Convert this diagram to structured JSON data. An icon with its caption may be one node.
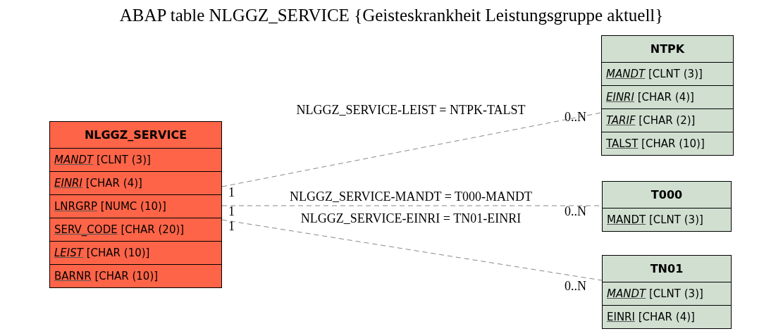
{
  "diagram": {
    "title": "ABAP table NLGGZ_SERVICE {Geisteskrankheit Leistungsgruppe aktuell}",
    "nodes": [
      {
        "text": [
          "NLGGZ_SERVICE"
        ]
      },
      {
        "text": [
          "*MANDT* [CLNT (3)]"
        ],
        "in": 0
      },
      {
        "text": [
          "*EINRI* [CHAR (4)]"
        ],
        "in": 0
      },
      {
        "text": [
          "LNRGRP [NUMC (10)]"
        ],
        "in": 0
      },
      {
        "text": [
          "SERV_CODE [CHAR (20)]"
        ],
        "in": 0
      },
      {
        "text": [
          "*LEIST* [CHAR (10)]"
        ],
        "in": 0
      },
      {
        "text": [
          "BARNR [CHAR (10)]"
        ],
        "in": 0
      },
      {
        "text": [
          "NTPK"
        ]
      },
      {
        "text": [
          "*MANDT* [CLNT (3)]"
        ],
        "in": 7
      },
      {
        "text": [
          "*EINRI* [CHAR (4)]"
        ],
        "in": 7
      },
      {
        "text": [
          "*TARIF* [CHAR (2)]"
        ],
        "in": 7
      },
      {
        "text": [
          "TALST [CHAR (10)]"
        ],
        "in": 7
      },
      {
        "text": [
          "T000"
        ]
      },
      {
        "text": [
          "MANDT [CLNT (3)]"
        ],
        "in": 12
      },
      {
        "text": [
          "TN01"
        ]
      },
      {
        "text": [
          "*MANDT* [CLNT (3)]"
        ],
        "in": 14
      },
      {
        "text": [
          "EINRI [CHAR (4)]"
        ],
        "in": 14
      }
    ],
    "edges": [
      {
        "from": 0,
        "to": 7,
        "arrow": "none",
        "style": "dashed",
        "label": "NLGGZ_SERVICE-LEIST = NTPK-TALST"
      },
      {
        "from": 0,
        "to": 12,
        "arrow": "none",
        "style": "dashed",
        "label": "NLGGZ_SERVICE-MANDT = T000-MANDT"
      },
      {
        "from": 0,
        "to": 14,
        "arrow": "none",
        "style": "dashed",
        "label": "NLGGZ_SERVICE-EINRI = TN01-EINRI"
      }
    ],
    "labels": [
      "1",
      "0..N",
      "1",
      "0..N",
      "1",
      "0..N"
    ]
  }
}
